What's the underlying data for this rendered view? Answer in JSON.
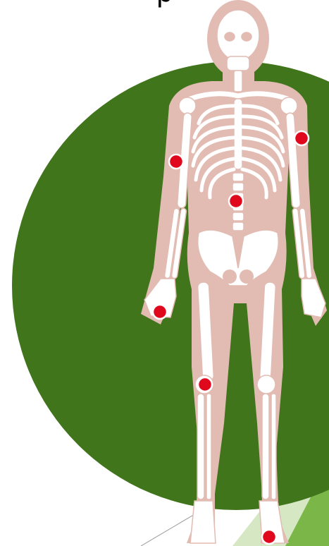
{
  "slide": {
    "title_fragment": "p"
  },
  "colors": {
    "background": "#ffffff",
    "circle": "#40751c",
    "accent_green_light": "#7ab648",
    "accent_green_pale": "#d6e7c4",
    "skin": "#e2bcb3",
    "bone": "#ffffff",
    "marker_fill": "#e0081c",
    "marker_ring": "#ffffff"
  },
  "figure": {
    "type": "anatomical-skeleton",
    "view": "front",
    "markers": [
      {
        "name": "left-shoulder-marker",
        "region": "shoulder"
      },
      {
        "name": "right-elbow-marker",
        "region": "elbow"
      },
      {
        "name": "spine-marker",
        "region": "lumbar spine"
      },
      {
        "name": "right-hand-marker",
        "region": "hand"
      },
      {
        "name": "right-knee-marker",
        "region": "knee"
      },
      {
        "name": "left-foot-marker",
        "region": "foot"
      }
    ]
  }
}
